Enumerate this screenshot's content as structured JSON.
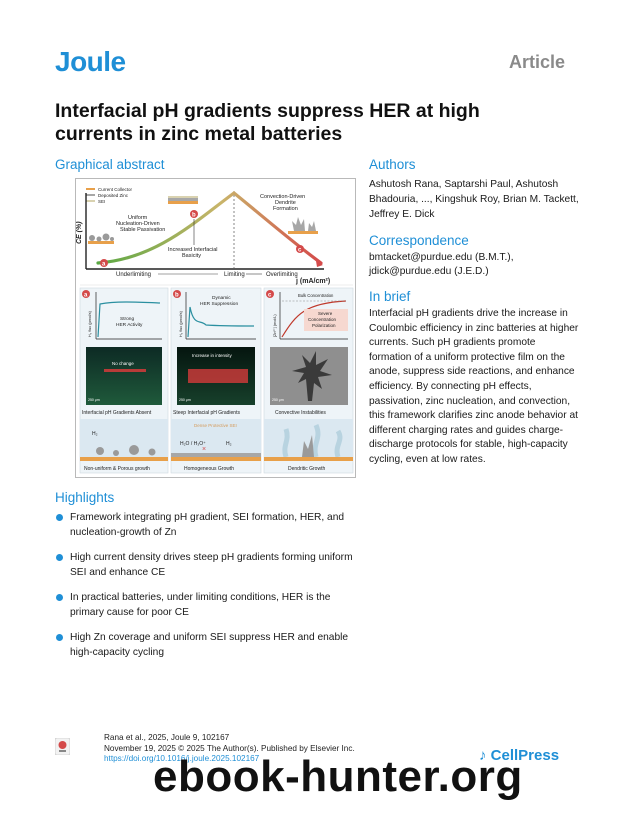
{
  "header": {
    "journal": "Joule",
    "article_type": "Article"
  },
  "title": "Interfacial pH gradients suppress HER at high currents in zinc metal batteries",
  "graphical_abstract": {
    "heading": "Graphical abstract",
    "legend": [
      "Current Collector",
      "Deposited Zinc",
      "SEI"
    ],
    "y_label": "CE (%)",
    "x_label": "j (mA/cm²)",
    "regimes": [
      "Underlimiting",
      "Limiting",
      "Overlimiting"
    ],
    "points": [
      "a",
      "b",
      "c"
    ],
    "annotations": {
      "uniform": "Uniform\nNucleation-Driven\nStable Passivation",
      "basicity": "Increased Interfacial\nBasicity",
      "convection": "Convection-Driven\nDendrite\nFormation"
    },
    "panels": [
      {
        "letter": "a",
        "ylabel": "H₂ flux (pmol/s)",
        "note": "Strong\nHER Activity",
        "image_label": "No change",
        "scale": "250 μm",
        "caption": "Interfacial pH Gradients Absent",
        "growth": "Non-uniform & Porous growth",
        "label": "H₂"
      },
      {
        "letter": "b",
        "ylabel": "H₂ flux (pmol/s)",
        "note": "Dynamic\nHER Suppression",
        "image_label": "Increase in intensity",
        "scale": "250 μm",
        "caption": "Steep Interfacial pH Gradients",
        "growth": "Homogeneous Growth",
        "sei": "Dense Protective SEI",
        "reaction": "H₂O / H₃O⁺",
        "label": "H₂"
      },
      {
        "letter": "c",
        "ylabel": "[Zn²⁺] (mol/L)",
        "note": "Severe\nConcentration\nPolarization",
        "top_note": "Bulk Concentration",
        "image_label": "",
        "scale": "250 μm",
        "caption": "Convective Instabilities",
        "growth": "Dendritic Growth"
      }
    ],
    "colors": {
      "curve_start": "#5aa843",
      "curve_end": "#d44a4a",
      "accent": "#1f8fd6"
    }
  },
  "authors": {
    "heading": "Authors",
    "text": "Ashutosh Rana, Saptarshi Paul, Ashutosh Bhadouria, ..., Kingshuk Roy, Brian M. Tackett, Jeffrey E. Dick"
  },
  "correspondence": {
    "heading": "Correspondence",
    "lines": [
      "bmtacket@purdue.edu (B.M.T.),",
      "jdick@purdue.edu (J.E.D.)"
    ]
  },
  "in_brief": {
    "heading": "In brief",
    "text": "Interfacial pH gradients drive the increase in Coulombic efficiency in zinc batteries at higher currents. Such pH gradients promote formation of a uniform protective film on the anode, suppress side reactions, and enhance efficiency. By connecting pH effects, passivation, zinc nucleation, and convection, this framework clarifies zinc anode behavior at different charging rates and guides charge-discharge protocols for stable, high-capacity cycling, even at low rates."
  },
  "highlights": {
    "heading": "Highlights",
    "items": [
      "Framework integrating pH gradient, SEI formation, HER, and nucleation-growth of Zn",
      "High current density drives steep pH gradients forming uniform SEI and enhance CE",
      "In practical batteries, under limiting conditions, HER is the primary cause for poor CE",
      "High Zn coverage and uniform SEI suppress HER and enable high-capacity cycling"
    ]
  },
  "footer": {
    "citation": "Rana et al., 2025, Joule 9, 102167",
    "date_license": "November 19, 2025 © 2025 The Author(s). Published by Elsevier Inc.",
    "doi": "https://doi.org/10.1016/j.joule.2025.102167",
    "publisher": "CellPress"
  },
  "watermark": "ebook-hunter.org"
}
